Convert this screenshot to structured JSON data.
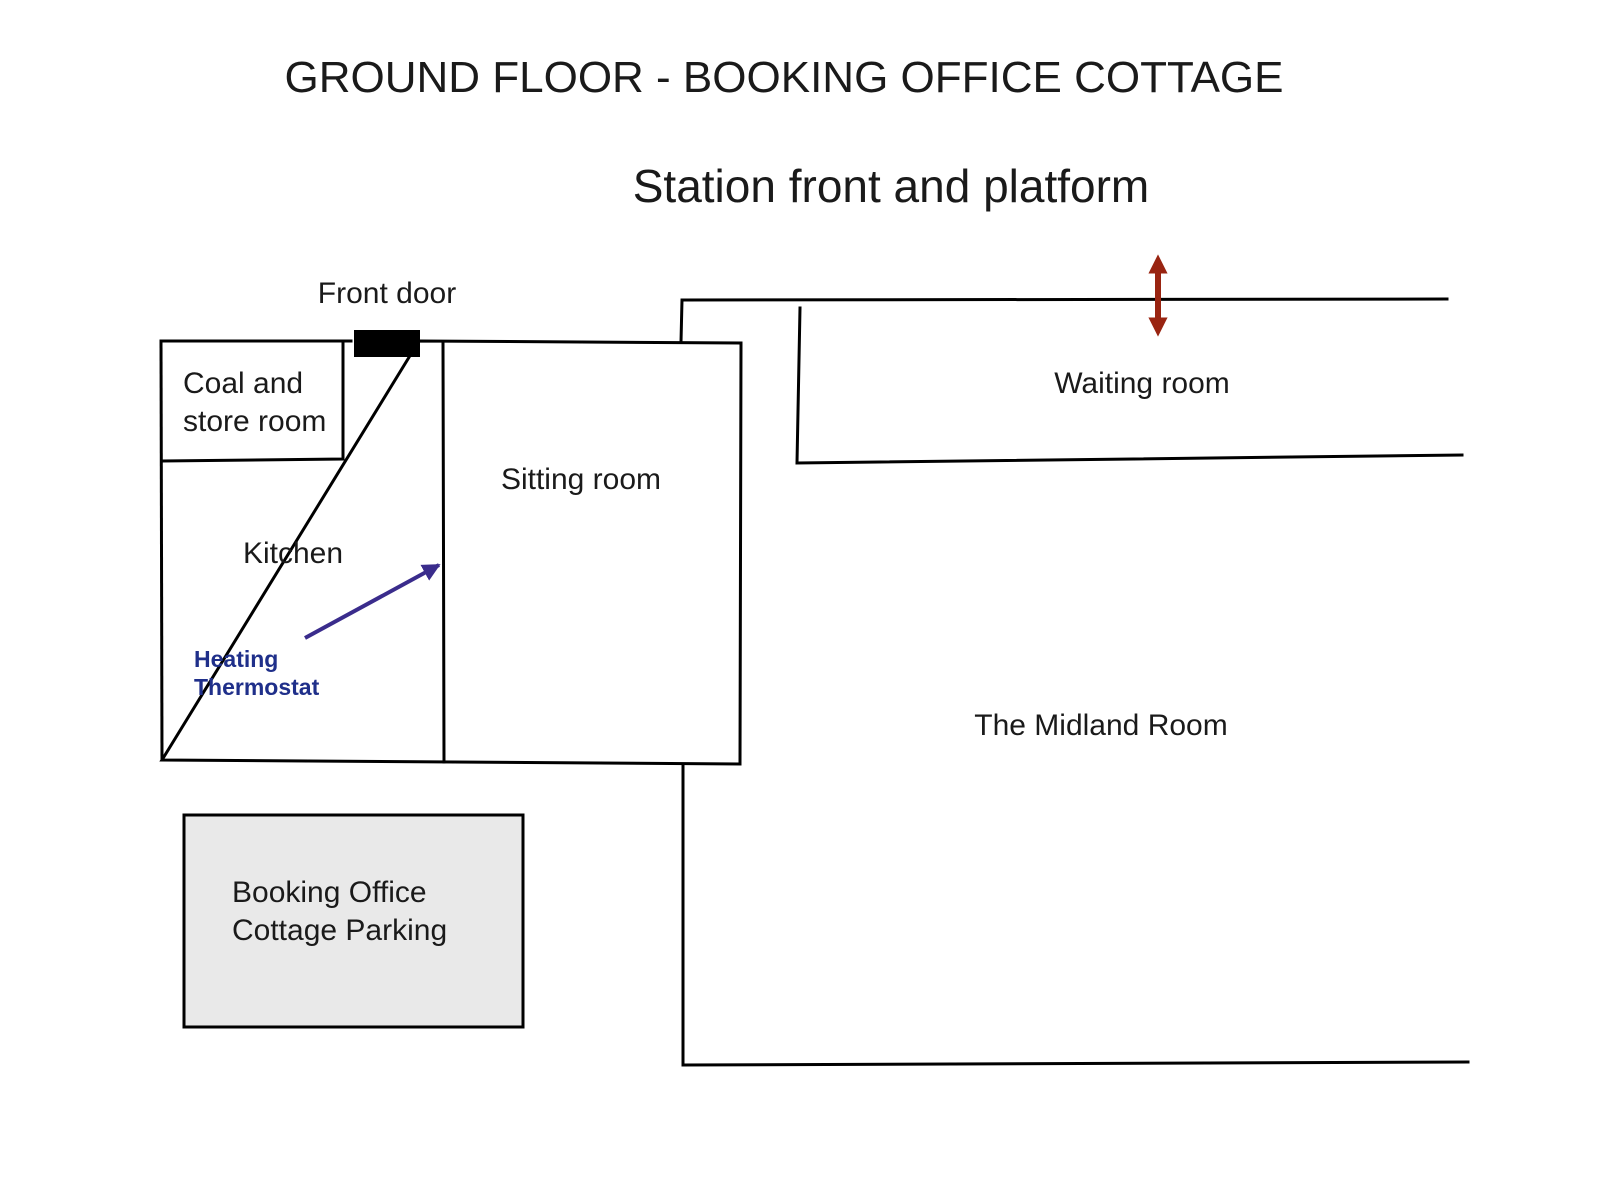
{
  "title": "GROUND FLOOR - BOOKING OFFICE COTTAGE",
  "subtitle": "Station front and platform",
  "labels": {
    "front_door": "Front door",
    "coal_store": [
      "Coal and",
      "store room"
    ],
    "kitchen": "Kitchen",
    "sitting_room": "Sitting room",
    "waiting_room": "Waiting room",
    "midland_room": "The Midland Room",
    "parking": [
      "Booking Office",
      "Cottage Parking"
    ],
    "thermostat": [
      "Heating",
      "Thermostat"
    ]
  },
  "icons": {
    "front_door": "door-marker",
    "thermostat_pointer": "arrow-icon",
    "platform_access": "double-arrow-icon"
  },
  "colors": {
    "walls": "#000000",
    "text": "#1a1a1a",
    "parking_fill": "#e9e9e9",
    "thermostat": "#1f2f8a",
    "thermostat_arrow": "#3a2c8c",
    "platform_arrow": "#992411"
  }
}
